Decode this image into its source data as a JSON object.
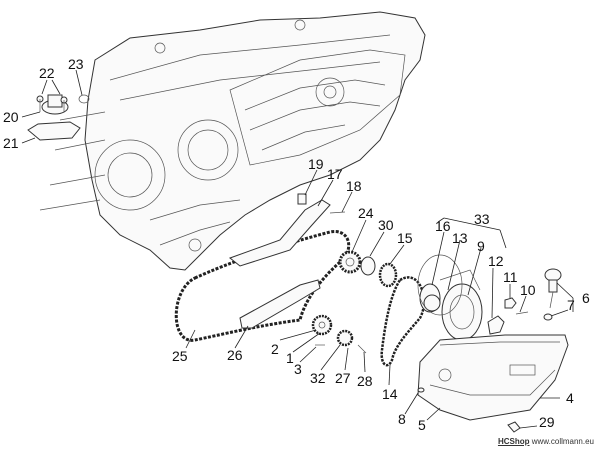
{
  "callouts": [
    {
      "id": "22",
      "text": "22"
    },
    {
      "id": "23",
      "text": "23"
    },
    {
      "id": "20",
      "text": "20"
    },
    {
      "id": "21",
      "text": "21"
    },
    {
      "id": "19",
      "text": "19"
    },
    {
      "id": "17",
      "text": "17"
    },
    {
      "id": "18",
      "text": "18"
    },
    {
      "id": "24",
      "text": "24"
    },
    {
      "id": "30",
      "text": "30"
    },
    {
      "id": "15",
      "text": "15"
    },
    {
      "id": "33",
      "text": "33"
    },
    {
      "id": "16",
      "text": "16"
    },
    {
      "id": "13",
      "text": "13"
    },
    {
      "id": "9",
      "text": "9"
    },
    {
      "id": "12",
      "text": "12"
    },
    {
      "id": "11",
      "text": "11"
    },
    {
      "id": "10",
      "text": "10"
    },
    {
      "id": "6",
      "text": "6"
    },
    {
      "id": "7",
      "text": "7"
    },
    {
      "id": "25",
      "text": "25"
    },
    {
      "id": "26",
      "text": "26"
    },
    {
      "id": "2",
      "text": "2"
    },
    {
      "id": "1",
      "text": "1"
    },
    {
      "id": "3",
      "text": "3"
    },
    {
      "id": "32",
      "text": "32"
    },
    {
      "id": "27",
      "text": "27"
    },
    {
      "id": "28",
      "text": "28"
    },
    {
      "id": "14",
      "text": "14"
    },
    {
      "id": "4",
      "text": "4"
    },
    {
      "id": "8",
      "text": "8"
    },
    {
      "id": "5",
      "text": "5"
    },
    {
      "id": "29",
      "text": "29"
    }
  ],
  "watermark": {
    "shop": "HCShop",
    "site": "www.collmann.eu"
  }
}
